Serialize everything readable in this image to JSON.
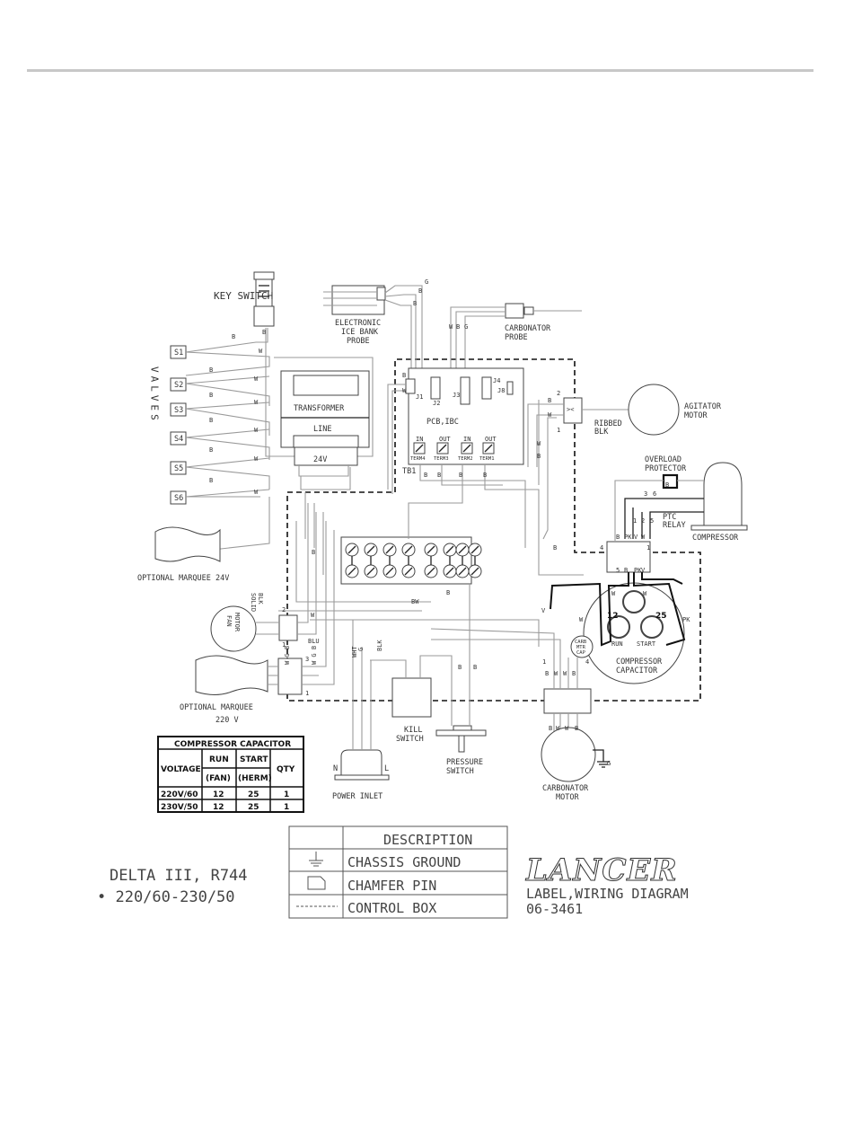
{
  "components": {
    "key_switch": "KEY SWITCH",
    "valves": "VALVES",
    "valve_ids": [
      "S1",
      "S2",
      "S3",
      "S4",
      "S5",
      "S6"
    ],
    "transformer": "TRANSFORMER",
    "transformer_line": "LINE",
    "transformer_24v": "24V",
    "ice_bank_probe": [
      "ELECTRONIC",
      "ICE BANK",
      "PROBE"
    ],
    "carbonator_probe": [
      "CARBONATOR",
      "PROBE"
    ],
    "pcb": "PCB,IBC",
    "jacks": [
      "J1",
      "J2",
      "J3",
      "J4",
      "J8"
    ],
    "terminals": [
      {
        "dir": "IN",
        "name": "TERM4"
      },
      {
        "dir": "OUT",
        "name": "TERM3"
      },
      {
        "dir": "IN",
        "name": "TERM2"
      },
      {
        "dir": "OUT",
        "name": "TERM1"
      }
    ],
    "tb1": "TB1",
    "agitator_motor": [
      "AGITATOR",
      "MOTOR"
    ],
    "ribbed_blk": [
      "RIBBED",
      "BLK"
    ],
    "overload_protector": [
      "OVERLOAD",
      "PROTECTOR"
    ],
    "ptc_relay": [
      "PTC",
      "RELAY"
    ],
    "ptc_pins": [
      "3",
      "6",
      "1",
      "2",
      "5"
    ],
    "compressor": "COMPRESSOR",
    "compressor_capacitor": [
      "COMPRESSOR",
      "CAPACITOR"
    ],
    "cap_run": "RUN",
    "cap_start": "START",
    "cap_run_value": "12",
    "cap_start_value": "25",
    "carb_mtr_cap": [
      "CARB",
      "MTR",
      "CAP"
    ],
    "carbonator_motor": [
      "CARBONATOR",
      "MOTOR"
    ],
    "fan_motor": [
      "FAN",
      "MOTOR"
    ],
    "blk_solid": [
      "BLK",
      "SOLID"
    ],
    "optional_marquee_24v": "OPTIONAL MARQUEE 24V",
    "optional_marquee_220v": [
      "OPTIONAL MARQUEE",
      "220 V"
    ],
    "kill_switch": [
      "KILL",
      "SWITCH"
    ],
    "pressure_switch": [
      "PRESSURE",
      "SWITCH"
    ],
    "power_inlet": "POWER INLET",
    "inlet_n": "N",
    "inlet_l": "L"
  },
  "wire_labels": [
    "B",
    "B",
    "W",
    "B",
    "W",
    "B",
    "W",
    "B",
    "W",
    "B",
    "W",
    "B",
    "W",
    "G",
    "B",
    "B",
    "B",
    "W",
    "W",
    "B",
    "G",
    "B",
    "W",
    "B",
    "B",
    "B",
    "B",
    "B",
    "W",
    "B",
    "2",
    "1",
    "B",
    "B",
    "PK",
    "V",
    "W",
    "4",
    "1",
    "5",
    "B",
    "PK",
    "V",
    "W",
    "W",
    "W",
    "PK",
    "V",
    "B",
    "W",
    "W",
    "B",
    "1",
    "4",
    "B",
    "W",
    "W",
    "B",
    "G",
    "BW",
    "B",
    "B",
    "BLU",
    "2",
    "1",
    "W",
    "3",
    "1",
    "WHT",
    "G",
    "BLK",
    "B",
    "B",
    "W G B",
    "W G B"
  ],
  "capacitor_table": {
    "title": "COMPRESSOR CAPACITOR",
    "headers": {
      "voltage": "VOLTAGE",
      "run": "RUN",
      "run_sub": "(FAN)",
      "start": "START",
      "start_sub": "(HERM)",
      "qty": "QTY"
    },
    "rows": [
      {
        "voltage": "220V/60",
        "run": "12",
        "start": "25",
        "qty": "1"
      },
      {
        "voltage": "230V/50",
        "run": "12",
        "start": "25",
        "qty": "1"
      }
    ]
  },
  "legend": {
    "header": "DESCRIPTION",
    "rows": [
      {
        "symbol": "ground-symbol",
        "text": "CHASSIS GROUND"
      },
      {
        "symbol": "chamfer-pin-symbol",
        "text": "CHAMFER PIN"
      },
      {
        "symbol": "dashed-line-symbol",
        "text": "CONTROL BOX"
      }
    ]
  },
  "model": {
    "name": "DELTA III, R744",
    "voltage": "• 220/60-230/50"
  },
  "title_block": {
    "brand": "LANCER",
    "label": "LABEL,WIRING DIAGRAM",
    "part_number": "06-3461"
  }
}
